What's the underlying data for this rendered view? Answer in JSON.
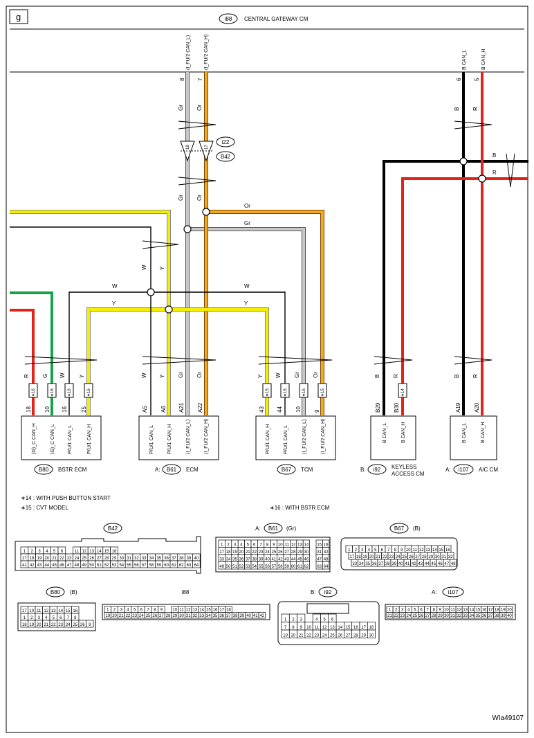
{
  "fig_tag": "g",
  "fig_code": "WIa49107",
  "gateway": {
    "conn": "i88",
    "title": "CENTRAL GATEWAY CM",
    "pins": [
      "8",
      "7",
      "6",
      "5"
    ],
    "signals": [
      "(I_FU/2 CAN_L)",
      "(I_FU/2 CAN_H)",
      "B CAN_L",
      "B CAN_H"
    ]
  },
  "wire_colors": {
    "gr": "Gr",
    "or": "Or",
    "b": "B",
    "r": "R",
    "w": "W",
    "y": "Y",
    "g": "G"
  },
  "colors": {
    "red": "#e2231a",
    "green": "#17a34a",
    "yellow": "#f5ee00",
    "gray": "#bdbdbd",
    "orange": "#f5a623",
    "black": "#000000"
  },
  "inline_conn": {
    "top": "i22",
    "bottom": "B42",
    "pins": [
      "18",
      "17"
    ]
  },
  "notes": {
    "n14": "∗14 : WITH PUSH BUTTON START",
    "n15": "∗15 : CVT MODEL",
    "n16": "∗16 : WITH BSTR ECM"
  },
  "marks": {
    "m14": "∗14",
    "m15": "∗15",
    "m16": "∗16"
  },
  "modules": [
    {
      "prefix": "",
      "conn": "B80",
      "name": "BSTR ECM",
      "pins": [
        "18",
        "10",
        "16",
        "25"
      ],
      "signals": [
        "(G)_C CAN_H",
        "(G)_C CAN_L",
        "P/U/1 CAN_L",
        "P/U/1 CAN_H"
      ]
    },
    {
      "prefix": "A:",
      "conn": "B61",
      "name": "ECM",
      "pins": [
        "A5",
        "A6",
        "A21",
        "A22"
      ],
      "signals": [
        "P/U/1 CAN_L",
        "P/U/1 CAN_H",
        "(I_FU/2 CAN_L)",
        "(I_FU/2 CAN_H)"
      ]
    },
    {
      "prefix": "",
      "conn": "B67",
      "name": "TCM",
      "pins": [
        "43",
        "44",
        "10",
        "9"
      ],
      "signals": [
        "P/U/1 CAN_H",
        "P/U/1 CAN_L",
        "(I_FU/2 CAN_L)",
        "(I_FU/2 CAN_H)"
      ]
    },
    {
      "prefix": "B:",
      "conn": "i92",
      "name": "KEYLESS",
      "name2": "ACCESS CM",
      "pins": [
        "B29",
        "B30"
      ],
      "signals": [
        "B CAN_L",
        "B CAN_H"
      ]
    },
    {
      "prefix": "A:",
      "conn": "i107",
      "name": "A/C CM",
      "pins": [
        "A19",
        "A20"
      ],
      "signals": [
        "B CAN_L",
        "B CAN_H"
      ]
    }
  ],
  "connectors": {
    "B42": {
      "label": "B42",
      "rows": [
        [
          "1",
          "2",
          "3",
          "4",
          "5",
          "6",
          "",
          "11",
          "12",
          "13",
          "14",
          "15",
          "16"
        ],
        [
          "17",
          "18",
          "19",
          "20",
          "21",
          "22",
          "23",
          "24",
          "25",
          "26",
          "27",
          "28",
          "29",
          "30",
          "31",
          "32",
          "33",
          "34",
          "35",
          "36",
          "37",
          "38",
          "39",
          "40"
        ],
        [
          "41",
          "42",
          "43",
          "44",
          "45",
          "46",
          "47",
          "48",
          "49",
          "50",
          "51",
          "52",
          "53",
          "54",
          "55",
          "56",
          "57",
          "58",
          "59",
          "60",
          "61",
          "62",
          "63",
          "64"
        ]
      ]
    },
    "B61": {
      "prefix": "A:",
      "label": "B61",
      "color": "(Gr)",
      "rows": [
        [
          "1",
          "2",
          "3",
          "4",
          "5",
          "6",
          "7",
          "8",
          "9",
          "10",
          "11",
          "12",
          "13",
          "14",
          "",
          "15",
          "16"
        ],
        [
          "17",
          "18",
          "19",
          "20",
          "21",
          "22",
          "23",
          "24",
          "25",
          "26",
          "27",
          "28",
          "29",
          "30",
          "",
          "31",
          "32"
        ],
        [
          "33",
          "34",
          "35",
          "36",
          "37",
          "38",
          "39",
          "40",
          "41",
          "42",
          "43",
          "44",
          "45",
          "46",
          "",
          "47",
          "48"
        ],
        [
          "49",
          "50",
          "51",
          "52",
          "53",
          "54",
          "55",
          "56",
          "57",
          "58",
          "59",
          "60",
          "61",
          "62",
          "",
          "63",
          "64"
        ]
      ]
    },
    "B67": {
      "label": "B67",
      "color": "(B)",
      "rows": [
        [
          "1",
          "2",
          "3",
          "4",
          "5",
          "6",
          "7",
          "8",
          "9",
          "10",
          "11",
          "12",
          "13",
          "14",
          "15",
          "16"
        ],
        [
          "17",
          "18",
          "19",
          "20",
          "21",
          "22",
          "23",
          "24",
          "25",
          "26",
          "27",
          "28",
          "29",
          "30",
          "31",
          "32"
        ],
        [
          "33",
          "34",
          "35",
          "36",
          "37",
          "38",
          "39",
          "40",
          "41",
          "42",
          "43",
          "44",
          "45",
          "46",
          "47",
          "48"
        ]
      ]
    },
    "B80": {
      "label": "B80",
      "color": "(B)",
      "rows": [
        [
          "1",
          "2",
          "3",
          "4",
          "5",
          "6",
          "",
          "7",
          "8",
          "9",
          "10"
        ],
        [
          "",
          "",
          "",
          "",
          "",
          "",
          "",
          "",
          "",
          "",
          ""
        ]
      ]
    },
    "B80b": {
      "rows": [
        [
          "17",
          "10",
          "11",
          "12",
          "13",
          "14",
          "15",
          "16"
        ],
        [
          "1",
          "2",
          "3",
          "4",
          "5",
          "6",
          "7",
          "8"
        ],
        [
          "18",
          "19",
          "20",
          "21",
          "22",
          "23",
          "24",
          "25",
          "26",
          "9"
        ]
      ]
    },
    "i88": {
      "label": "i88",
      "rows": [
        [
          "1",
          "2",
          "3",
          "4",
          "5",
          "6",
          "7",
          "8",
          "9",
          "",
          "10",
          "11",
          "12",
          "13",
          "14",
          "15",
          "16",
          "17",
          "18"
        ],
        [
          "19",
          "20",
          "21",
          "22",
          "23",
          "24",
          "25",
          "26",
          "27",
          "28",
          "29",
          "30",
          "31",
          "32",
          "33",
          "34",
          "35",
          "36",
          "37",
          "38",
          "39",
          "40",
          "41",
          "42"
        ]
      ]
    },
    "i92": {
      "prefix": "B:",
      "label": "i92",
      "rows": [
        [
          "1",
          "2",
          "3",
          "",
          "4",
          "5",
          "6"
        ],
        [
          "7",
          "8",
          "9",
          "10",
          "11",
          "12",
          "13",
          "14",
          "15",
          "16",
          "17",
          "18"
        ],
        [
          "19",
          "20",
          "21",
          "22",
          "23",
          "24",
          "25",
          "26",
          "27",
          "28",
          "29",
          "30"
        ]
      ]
    },
    "i107": {
      "prefix": "A:",
      "label": "i107",
      "rows": [
        [
          "1",
          "2",
          "3",
          "4",
          "5",
          "6",
          "7",
          "8",
          "9",
          "10",
          "11",
          "12",
          "13",
          "14",
          "15",
          "16",
          "17",
          "18",
          "19",
          "20"
        ],
        [
          "21",
          "22",
          "23",
          "24",
          "25",
          "26",
          "27",
          "28",
          "29",
          "30",
          "31",
          "32",
          "33",
          "34",
          "35",
          "36",
          "37",
          "38",
          "39",
          "40"
        ]
      ]
    }
  }
}
